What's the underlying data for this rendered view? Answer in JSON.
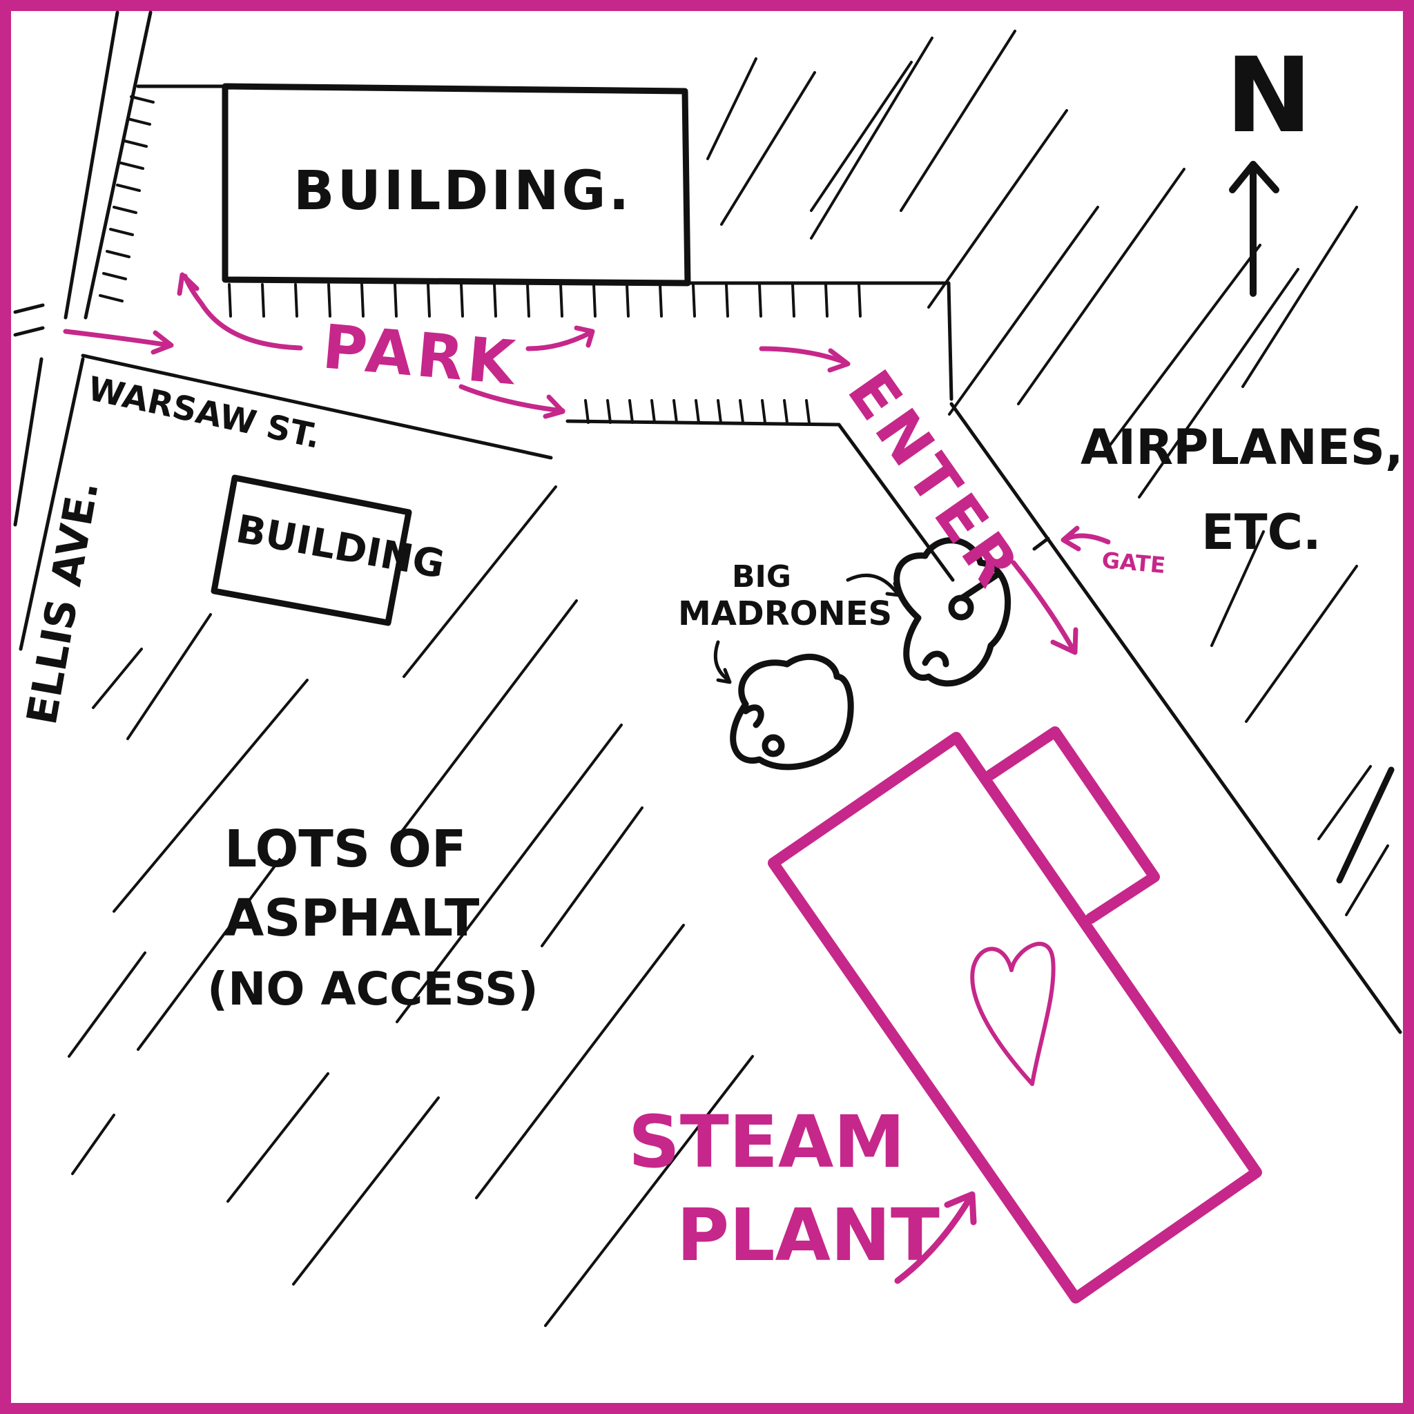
{
  "colors": {
    "ink": "#111111",
    "accent": "#c6278a",
    "background": "#ffffff"
  },
  "compass": {
    "letter": "N",
    "icon": "north-arrow-icon"
  },
  "streets": {
    "warsaw": "WARSAW ST.",
    "ellis": "ELLIS AVE."
  },
  "buildings": {
    "north": "BUILDING.",
    "west": "BUILDING"
  },
  "directions": {
    "park": "PARK",
    "enter": "ENTER",
    "gate": "GATE"
  },
  "areas": {
    "airplanes_line1": "AIRPLANES,",
    "airplanes_line2": "ETC.",
    "asphalt_line1": "LOTS OF",
    "asphalt_line2": "ASPHALT",
    "asphalt_line3": "(NO ACCESS)"
  },
  "landmarks": {
    "madrones_line1": "BIG",
    "madrones_line2": "MADRONES",
    "steam_line1": "STEAM",
    "steam_line2": "PLANT",
    "heart_icon": "heart-icon"
  }
}
